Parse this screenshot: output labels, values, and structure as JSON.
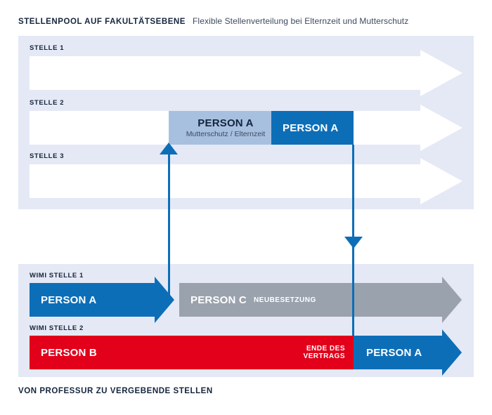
{
  "header": {
    "title": "STELLENPOOL AUF FAKULTÄTSEBENE",
    "subtitle": "Flexible Stellenverteilung bei Elternzeit und Mutterschutz"
  },
  "footer": {
    "title": "VON PROFESSUR ZU VERGEBENDE STELLEN"
  },
  "top_panel": {
    "rows": [
      {
        "label": "STELLE 1"
      },
      {
        "label": "STELLE 2"
      },
      {
        "label": "STELLE 3"
      }
    ],
    "stelle2_segments": [
      {
        "label": "PERSON A",
        "sublabel": "Mutterschutz / Elternzeit",
        "color": "#a8c0e0",
        "text_color": "#14253c"
      },
      {
        "label": "PERSON A",
        "sublabel": "",
        "color": "#0d6eb8",
        "text_color": "#ffffff"
      }
    ]
  },
  "bottom_panel": {
    "rows": [
      {
        "label": "WIMI STELLE 1"
      },
      {
        "label": "WIMI STELLE 2"
      }
    ],
    "wimi1_segments": [
      {
        "label": "PERSON A",
        "note": "",
        "color": "#0d6eb8",
        "text_color": "#ffffff"
      },
      {
        "label": "PERSON C",
        "note": "NEUBESETZUNG",
        "color": "#9aa2ad",
        "text_color": "#ffffff"
      }
    ],
    "wimi2_segments": [
      {
        "label": "PERSON B",
        "note": "ENDE DES\nVERTRAGS",
        "note_line1": "ENDE DES",
        "note_line2": "VERTRAGS",
        "color": "#e2001a",
        "text_color": "#ffffff"
      },
      {
        "label": "PERSON A",
        "note": "",
        "color": "#0d6eb8",
        "text_color": "#ffffff"
      }
    ]
  },
  "connectors": [
    {
      "name": "arrow-up-person-a",
      "direction": "up",
      "color": "#0d6eb8"
    },
    {
      "name": "arrow-down-person-a",
      "direction": "down",
      "color": "#0d6eb8"
    }
  ],
  "colors": {
    "panel_background": "#e5e9f5",
    "track": "#ffffff",
    "accent_blue": "#0d6eb8",
    "light_blue": "#a8c0e0",
    "red": "#e2001a",
    "gray": "#9aa2ad",
    "text_dark": "#14253c"
  }
}
